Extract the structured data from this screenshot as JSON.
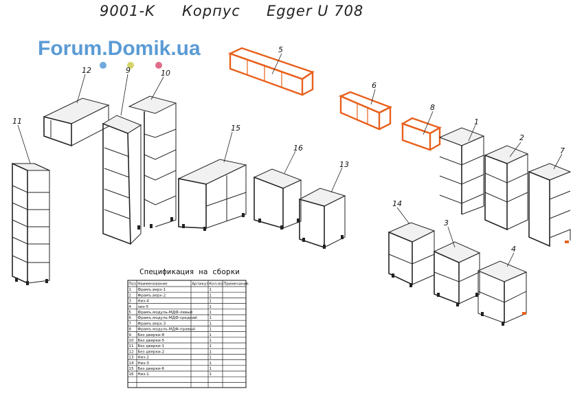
{
  "header": {
    "code": "9001-K",
    "word": "Корпус",
    "material": "Egger U 708"
  },
  "watermark": {
    "text": "Forum.Domik.ua",
    "dot_colors": [
      "#6fa8dc",
      "#d4d46a",
      "#e06c8a"
    ]
  },
  "colors": {
    "highlight": "#e8601c",
    "line": "#222222",
    "watermark": "#5b9bd5"
  },
  "callouts": [
    "1",
    "2",
    "3",
    "4",
    "5",
    "6",
    "7",
    "8",
    "9",
    "10",
    "11",
    "12",
    "13",
    "14",
    "15",
    "16"
  ],
  "spec": {
    "title": "Спецификация на сборки",
    "headers": [
      "Поз.",
      "Наименование",
      "Артикул",
      "Кол-во",
      "Примечание"
    ],
    "rows": [
      [
        "1",
        "Фрамъ.верх-1",
        "",
        "1",
        ""
      ],
      [
        "2",
        "Фрамъ.верх-2",
        "",
        "1",
        ""
      ],
      [
        "3",
        "Низ-4",
        "",
        "1",
        ""
      ],
      [
        "4",
        "низ-5",
        "",
        "1",
        ""
      ],
      [
        "5",
        "Фрамъ.модуль-МДФ-левый",
        "",
        "1",
        ""
      ],
      [
        "6",
        "Фрамъ.модуль-МДФ-средний",
        "",
        "1",
        ""
      ],
      [
        "7",
        "Фрамъ.верх-3",
        "",
        "1",
        ""
      ],
      [
        "8",
        "Фрамъ.модуль-МДФ-правый",
        "",
        "1",
        ""
      ],
      [
        "9",
        "Без дверки-8",
        "",
        "1",
        ""
      ],
      [
        "10",
        "Без дверки-5",
        "",
        "1",
        ""
      ],
      [
        "11",
        "Без дверки-1",
        "",
        "1",
        ""
      ],
      [
        "12",
        "Без дверки-2",
        "",
        "1",
        ""
      ],
      [
        "13",
        "Низ-2",
        "",
        "1",
        ""
      ],
      [
        "14",
        "Низ-3",
        "",
        "1",
        ""
      ],
      [
        "15",
        "Без дверки-6",
        "",
        "1",
        ""
      ],
      [
        "16",
        "Низ-1",
        "",
        "1",
        ""
      ]
    ]
  }
}
